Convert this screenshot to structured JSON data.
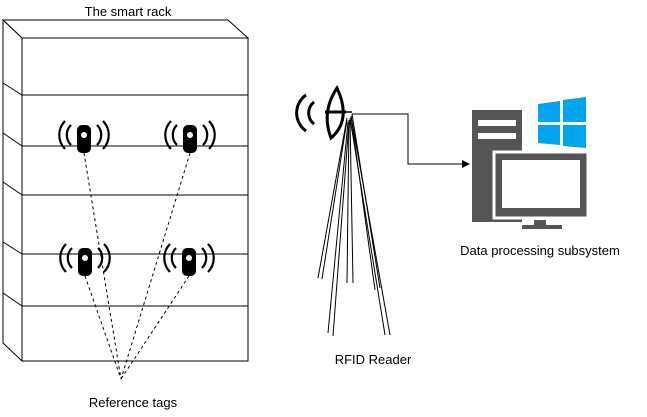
{
  "labels": {
    "rack_title": "The smart rack",
    "reader_label": "RFID Reader",
    "subsystem_label": "Data processing subsystem",
    "tags_label": "Reference tags"
  },
  "colors": {
    "stroke": "#000000",
    "tag_fill": "#000000",
    "windows_blue": "#00a4ef",
    "computer_dark": "#555555",
    "background": "#ffffff"
  },
  "icons": {
    "tag": "rfid-tag-icon",
    "reader": "rfid-reader-antenna-icon",
    "computer": "computer-icon",
    "windows": "windows-logo-icon"
  }
}
